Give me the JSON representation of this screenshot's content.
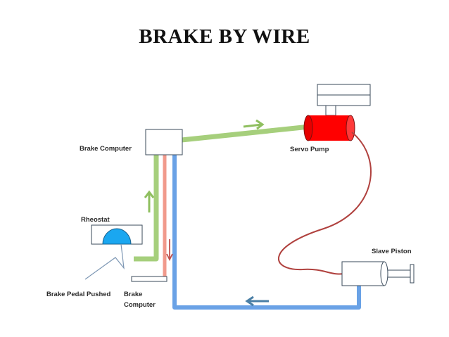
{
  "title": "BRAKE BY WIRE",
  "labels": {
    "brake_computer_top": "Brake Computer",
    "servo_pump": "Servo Pump",
    "rheostat": "Rheostat",
    "slave_piston": "Slave Piston",
    "brake_pedal_pushed": "Brake Pedal Pushed",
    "brake_computer_bottom_line1": "Brake",
    "brake_computer_bottom_line2": "Computer"
  },
  "colors": {
    "green_line": "#a6cf7c",
    "red_line": "#f19a8c",
    "blue_line": "#6aa2e6",
    "servo_pump": "#ff0000",
    "hydraulic_hose": "#b0413e",
    "rheostat_dome": "#1aa7f0",
    "arrow_green": "#8fbf5f",
    "arrow_blue": "#4a7fa6",
    "arrow_red": "#c0504d"
  }
}
